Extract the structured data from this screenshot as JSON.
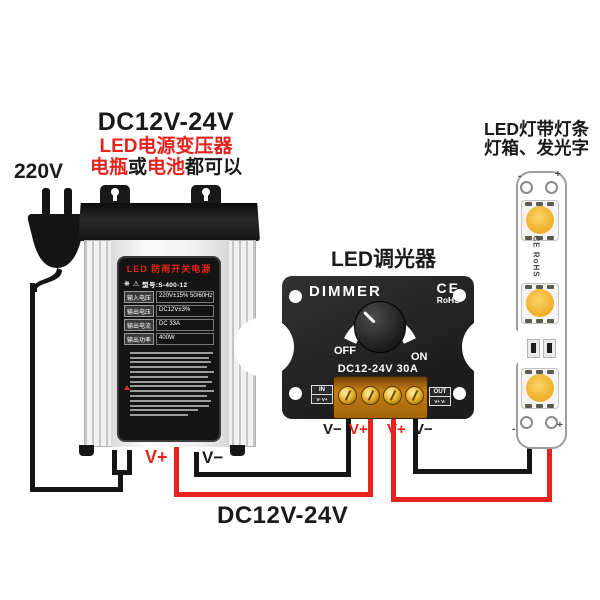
{
  "headline": {
    "line1": "DC12V-24V",
    "line2": "LED电源变压器",
    "line3": [
      {
        "text": "电瓶",
        "color": "#e8231d"
      },
      {
        "text": "或",
        "color": "#1a1a1a"
      },
      {
        "text": "电池",
        "color": "#e8231d"
      },
      {
        "text": "都可以",
        "color": "#1a1a1a"
      }
    ]
  },
  "plug": {
    "label": "220V"
  },
  "psu": {
    "label_title": "LED 防雨开关电源",
    "logo_icon": "❋",
    "warning_icon": "⚠",
    "model": "型号:S-400-12",
    "specs": [
      {
        "key": "输入电压",
        "value": "220V±15% 50/60Hz"
      },
      {
        "key": "输出电压",
        "value": "DC12V±3%"
      },
      {
        "key": "输出电流",
        "value": "DC 33A"
      },
      {
        "key": "输出功率",
        "value": "400W"
      }
    ],
    "out_plus": "V+",
    "out_minus": "V−"
  },
  "dimmer": {
    "title": "LED调光器",
    "brand": "DIMMER",
    "ce": "CE",
    "rohs": "RoHS",
    "off": "OFF",
    "on": "ON",
    "rating": "DC12-24V 30A",
    "in": {
      "label": "IN",
      "pins": "V- V+"
    },
    "out": {
      "label": "OUT",
      "pins": "V+ V-"
    },
    "wires": [
      {
        "label": "V−",
        "color": "#1a1a1a"
      },
      {
        "label": "V+",
        "color": "#e8231d"
      },
      {
        "label": "V+",
        "color": "#e8231d"
      },
      {
        "label": "V−",
        "color": "#1a1a1a"
      }
    ]
  },
  "strip": {
    "title1": "LED灯带灯条",
    "title2": "灯箱、发光字",
    "cert": "CE RoHS",
    "top_minus": "-",
    "top_plus": "+",
    "bottom_minus": "-",
    "bottom_plus": "+"
  },
  "bottom_label": "DC12V-24V",
  "colors": {
    "wire_red": "#e8231d",
    "wire_black": "#151515",
    "led_amber": "#f0ab24"
  }
}
